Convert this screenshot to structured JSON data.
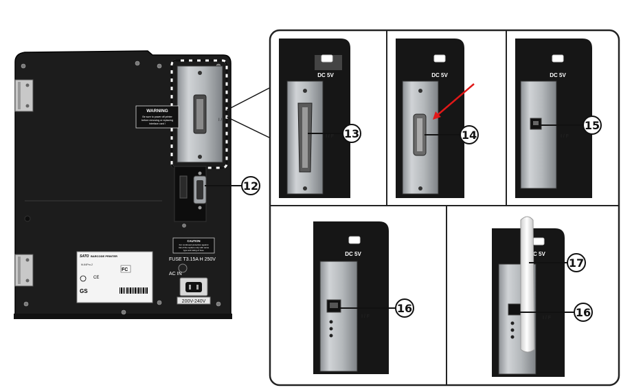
{
  "colors": {
    "chassis": "#1a1a1a",
    "plate": "#b8bcc0",
    "accent_arrow": "#e01818",
    "frame": "#222222",
    "background": "#ffffff"
  },
  "printer_back": {
    "warning_title": "WARNING",
    "warning_line1": "Be sure to power off printer",
    "warning_line2": "before removing or replacing",
    "warning_line3": "interface card !",
    "caution_title": "CAUTION",
    "caution_line1": "For continued protection against",
    "caution_line2": "risk of fire replace only with same",
    "caution_line3": "type and rating of fuse.",
    "fuse_label": "FUSE T3.15A  H 250V",
    "ac_in_label": "AC IN",
    "voltage_label": "200V-240V",
    "label_brand": "SATO",
    "label_product": "BARCODE PRINTER",
    "label_model": "M-84Pro-2",
    "label_fcc": "FC",
    "label_ce": "CE",
    "label_gs": "GS"
  },
  "callouts": {
    "c12": "12",
    "c13": "13",
    "c14": "14",
    "c15": "15",
    "c16a": "16",
    "c16b": "16",
    "c17": "17"
  },
  "panels": {
    "dc5v": "DC 5V",
    "if_label": "I / F"
  }
}
